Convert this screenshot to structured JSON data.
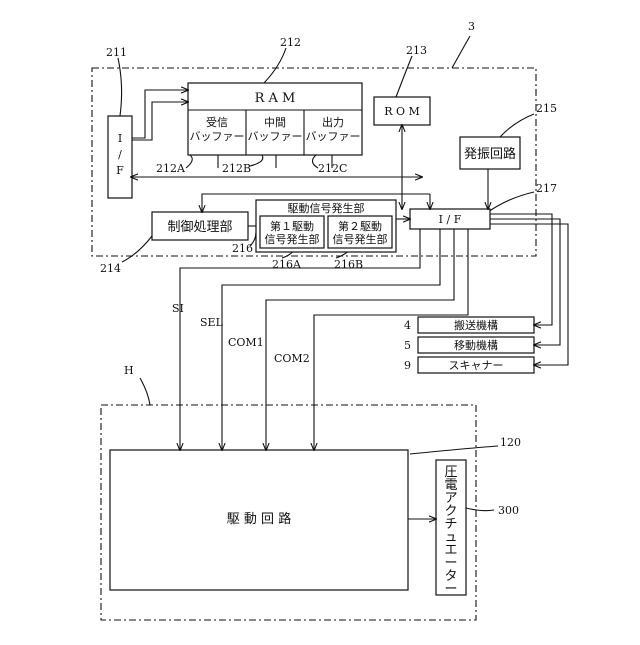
{
  "refs": {
    "r3": "3",
    "r211": "211",
    "r212": "212",
    "r213": "213",
    "r215": "215",
    "r217": "217",
    "r212A": "212A",
    "r212B": "212B",
    "r212C": "212C",
    "r214": "214",
    "r216": "216",
    "r216A": "216A",
    "r216B": "216B",
    "r4": "4",
    "r5": "5",
    "r9": "9",
    "rH": "H",
    "r120": "120",
    "r300": "300"
  },
  "blocks": {
    "ram": "R A M",
    "rx_buffer": [
      "受信",
      "バッファー"
    ],
    "mid_buffer": [
      "中間",
      "バッファー"
    ],
    "out_buffer": [
      "出力",
      "バッファー"
    ],
    "rom": "R O M",
    "oscillator": "発振回路",
    "if_left": [
      "I",
      "/",
      "F"
    ],
    "if_right": "I / F",
    "controller": "制御処理部",
    "drive_gen": "駆動信号発生部",
    "gen1": [
      "第１駆動",
      "信号発生部"
    ],
    "gen2": [
      "第２駆動",
      "信号発生部"
    ],
    "transport": "搬送機構",
    "moving": "移動機構",
    "scanner": "スキャナー",
    "drive_circuit": "駆 動 回 路",
    "piezo": [
      "圧",
      "電",
      "ア",
      "ク",
      "チ",
      "ュ",
      "エ",
      "ー",
      "タ",
      "ー"
    ]
  },
  "signals": {
    "si": "SI",
    "sel": "SEL",
    "com1": "COM1",
    "com2": "COM2"
  }
}
